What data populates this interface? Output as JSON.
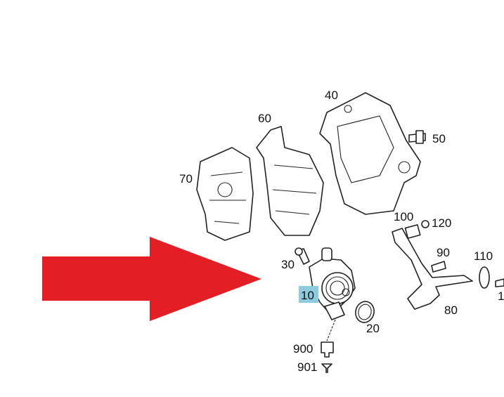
{
  "diagram": {
    "callouts": {
      "p40": "40",
      "p60": "60",
      "p50": "50",
      "p70": "70",
      "p100": "100",
      "p120": "120",
      "p90": "90",
      "p110": "110",
      "p30": "30",
      "p10": "10",
      "p20": "20",
      "p80": "80",
      "p900": "900",
      "p901": "901",
      "p_partial": "1"
    },
    "highlighted_part": "10",
    "colors": {
      "arrow": "#e31e24",
      "highlight": "#8fcbe0",
      "line": "#222222"
    }
  }
}
